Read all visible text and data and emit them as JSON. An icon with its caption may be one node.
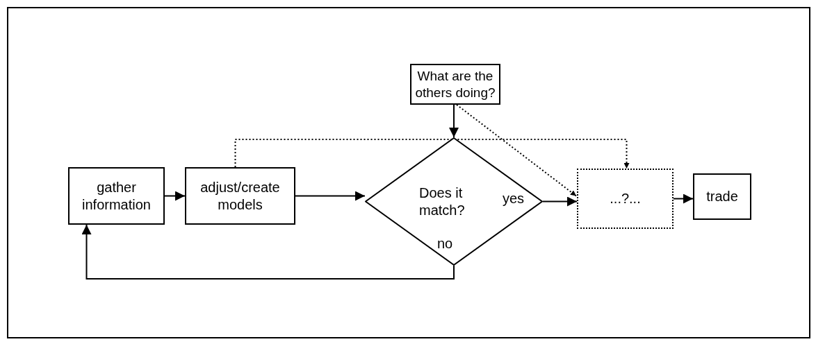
{
  "diagram": {
    "nodes": [
      {
        "text": [
          "gather information"
        ]
      },
      {
        "text": [
          "adjust/create models"
        ]
      },
      {
        "text": [
          "Does it match?"
        ]
      },
      {
        "text": [
          "What are the others doing?"
        ]
      },
      {
        "text": [
          "...?..."
        ]
      },
      {
        "text": [
          "trade"
        ]
      }
    ],
    "edges": [
      {
        "from": 0,
        "to": 1,
        "arrow": "to"
      },
      {
        "from": 1,
        "to": 2,
        "arrow": "to"
      },
      {
        "from": 3,
        "to": 2,
        "arrow": "to"
      },
      {
        "from": 2,
        "to": 4,
        "arrow": "to",
        "label": "yes"
      },
      {
        "from": 4,
        "to": 5,
        "arrow": "to"
      },
      {
        "from": 2,
        "to": 0,
        "arrow": "to",
        "label": "no"
      },
      {
        "from": 1,
        "to": 4,
        "arrow": "to",
        "style": "dashed"
      },
      {
        "from": 3,
        "to": 4,
        "arrow": "to",
        "style": "dashed"
      }
    ]
  }
}
